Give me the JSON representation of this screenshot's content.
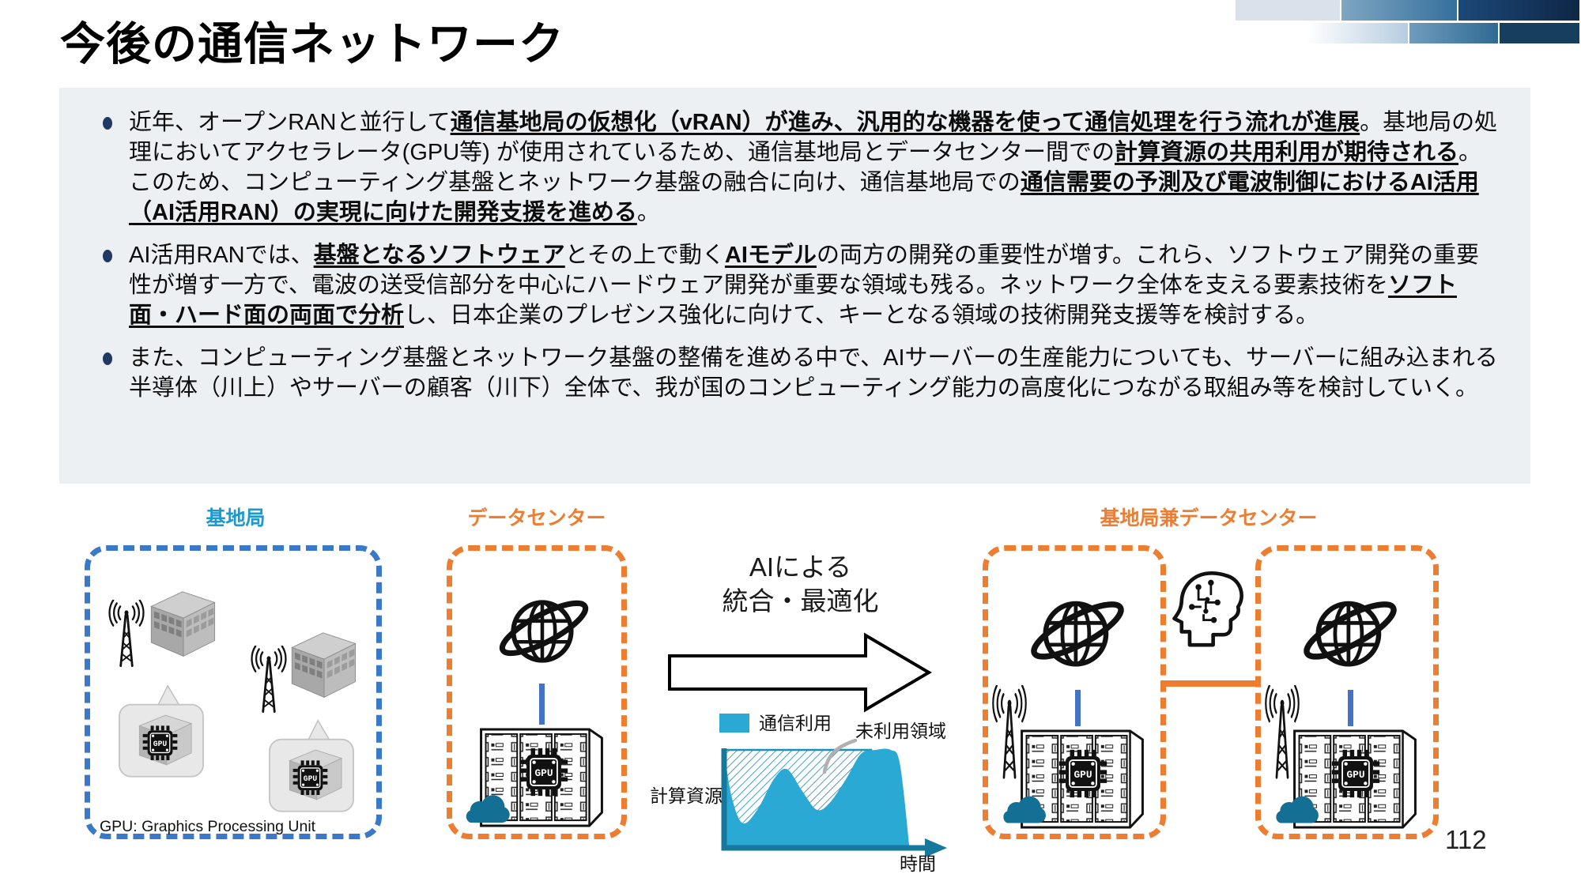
{
  "slide": {
    "title": "今後の通信ネットワーク",
    "page_number": "112"
  },
  "summary_box": {
    "bullets": [
      {
        "segments": [
          {
            "text": "近年、オープンRANと並行して",
            "style": "normal"
          },
          {
            "text": "通信基地局の仮想化（vRAN）が進み、汎用的な機器を使って通信処理を行う流れが進展",
            "style": "emphasis"
          },
          {
            "text": "。基地局の処理においてアクセラレータ(GPU等) が使用されているため、通信基地局とデータセンター間での",
            "style": "normal"
          },
          {
            "text": "計算資源の共用利用が期待される",
            "style": "emphasis"
          },
          {
            "text": "。このため、コンピューティング基盤とネットワーク基盤の融合に向け、通信基地局での",
            "style": "normal"
          },
          {
            "text": "通信需要の予測及び電波制御におけるAI活用（AI活用RAN）の実現に向けた開発支援を進める",
            "style": "emphasis"
          },
          {
            "text": "。",
            "style": "normal"
          }
        ]
      },
      {
        "segments": [
          {
            "text": "AI活用RANでは、",
            "style": "normal"
          },
          {
            "text": "基盤となるソフトウェア",
            "style": "emphasis"
          },
          {
            "text": "とその上で動く",
            "style": "normal"
          },
          {
            "text": "AIモデル",
            "style": "emphasis"
          },
          {
            "text": "の両方の開発の重要性が増す。これら、ソフトウェア開発の重要性が増す一方で、電波の送受信部分を中心にハードウェア開発が重要な領域も残る。ネットワーク全体を支える要素技術を",
            "style": "normal"
          },
          {
            "text": "ソフト面・ハード面の両面で分析",
            "style": "emphasis"
          },
          {
            "text": "し、日本企業のプレゼンス強化に向けて、キーとなる領域の技術開発支援等を検討する。",
            "style": "normal"
          }
        ]
      },
      {
        "segments": [
          {
            "text": "また、コンピューティング基盤とネットワーク基盤の整備を進める中で、AIサーバーの生産能力についても、サーバーに組み込まれる半導体（川上）やサーバーの顧客（川下）全体で、我が国のコンピューティング能力の高度化につながる取組み等を検討していく。",
            "style": "normal"
          }
        ]
      }
    ]
  },
  "diagram": {
    "base_station": {
      "label": "基地局",
      "caption": "GPU: Graphics Processing Unit",
      "accent": "#3a78c9",
      "label_color": "#1b9ad2"
    },
    "data_center": {
      "label": "データセンター",
      "accent": "#ed7d31"
    },
    "combined": {
      "label": "基地局兼データセンター",
      "accent": "#ed7d31"
    },
    "transform": {
      "line1": "AIによる",
      "line2": "統合・最適化"
    },
    "gpu_chip_label": "GPU",
    "colors": {
      "bullet_navy": "#203864",
      "connector_blue": "#4472c4",
      "cloud_teal": "#136f93"
    }
  },
  "chart_data": {
    "type": "area",
    "title": "",
    "xlabel": "時間",
    "ylabel": "計算資源",
    "legend": [
      {
        "label": "通信利用",
        "color": "#29a9d4"
      }
    ],
    "legend_position": "top-left",
    "annotation": "未利用領域",
    "grid": false,
    "axis_arrows": true,
    "capacity_level": 1.0,
    "hatch_end_x": 0.8,
    "x_range": [
      0,
      1
    ],
    "y_range": [
      0,
      1
    ],
    "colors": {
      "axis": "#17789d",
      "capacity_line": "#1b8fb5",
      "hatch_line": "#1b89ae",
      "annotation_pointer": "#b0b0b0"
    },
    "series": [
      {
        "name": "通信利用",
        "x": [
          0,
          0.04,
          0.1,
          0.18,
          0.27,
          0.34,
          0.42,
          0.5,
          0.57,
          0.66,
          0.74,
          0.82,
          0.9,
          0.95,
          1.0
        ],
        "y": [
          1.0,
          0.52,
          0.24,
          0.38,
          0.7,
          0.8,
          0.58,
          0.38,
          0.45,
          0.7,
          0.96,
          1.0,
          1.0,
          0.86,
          0.02
        ]
      }
    ]
  }
}
